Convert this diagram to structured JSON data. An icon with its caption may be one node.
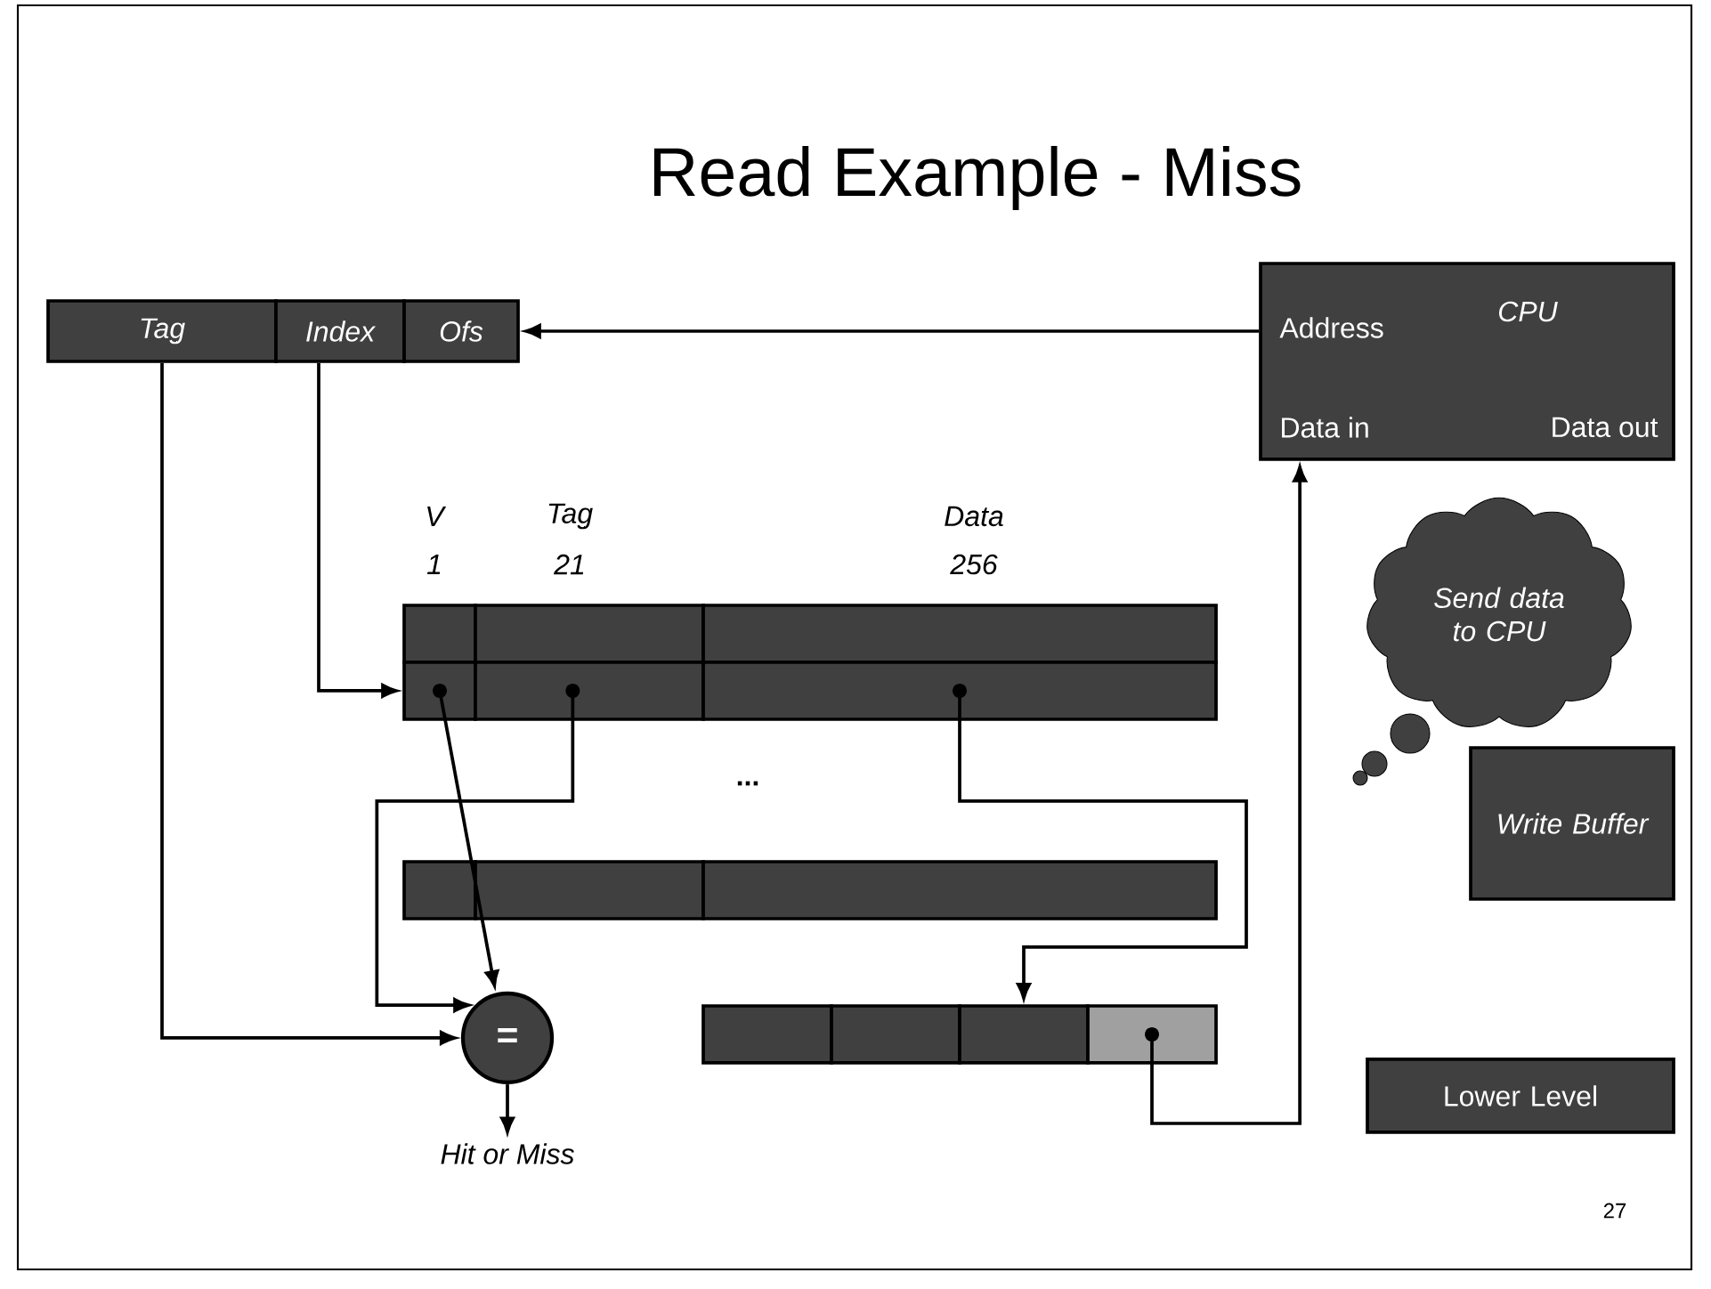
{
  "diagram": {
    "title": "Read Example - Miss",
    "nodes": [
      {
        "text": [
          "Tag"
        ]
      },
      {
        "text": [
          "Index"
        ]
      },
      {
        "text": [
          "Ofs"
        ]
      },
      {
        "text": [
          "CPU",
          "Address",
          "Data in",
          "Data out"
        ]
      },
      {
        "text": [],
        "shape": "box"
      },
      {
        "text": [],
        "shape": "box"
      },
      {
        "text": [],
        "shape": "box"
      },
      {
        "text": [],
        "shape": "box"
      },
      {
        "text": [],
        "shape": "box"
      },
      {
        "text": [],
        "shape": "box"
      },
      {
        "text": [],
        "shape": "box"
      },
      {
        "text": [],
        "shape": "box"
      },
      {
        "text": [],
        "shape": "box"
      },
      {
        "text": [
          "="
        ]
      },
      {
        "text": [
          "Hit or Miss"
        ]
      },
      {
        "text": [],
        "shape": "box"
      },
      {
        "text": [],
        "shape": "box"
      },
      {
        "text": [],
        "shape": "box"
      },
      {
        "text": [],
        "shape": "box"
      },
      {
        "text": [
          "Send data to CPU"
        ]
      },
      {
        "text": [
          "Write Buffer"
        ]
      },
      {
        "text": [
          "Lower Level"
        ]
      }
    ],
    "edges": [
      {
        "from": 3,
        "to": 2,
        "arrow": "to"
      },
      {
        "from": 1,
        "to": 7,
        "arrow": "to"
      },
      {
        "from": 0,
        "to": 13,
        "arrow": "to"
      },
      {
        "from": 7,
        "to": 13,
        "arrow": "to"
      },
      {
        "from": 8,
        "to": 13,
        "arrow": "to"
      },
      {
        "from": 9,
        "to": 17,
        "arrow": "to"
      },
      {
        "from": 18,
        "to": 3,
        "arrow": "to"
      },
      {
        "from": 13,
        "to": 14,
        "arrow": "to"
      }
    ],
    "labels": [
      "V",
      "Tag",
      "Data",
      "1",
      "21",
      "256",
      "...",
      "27"
    ]
  }
}
